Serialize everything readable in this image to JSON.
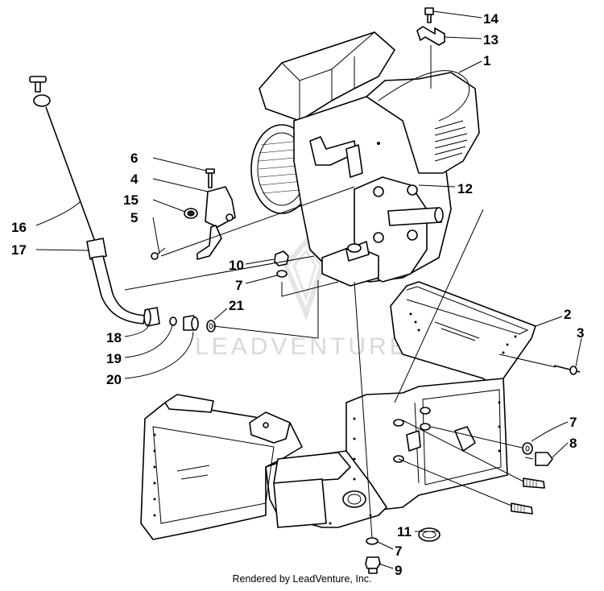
{
  "diagram": {
    "watermark": "LEADVENTURE",
    "footer": "Rendered by LeadVenture, Inc.",
    "callouts": [
      {
        "id": "c14",
        "label": "14"
      },
      {
        "id": "c13",
        "label": "13"
      },
      {
        "id": "c1",
        "label": "1"
      },
      {
        "id": "c6",
        "label": "6"
      },
      {
        "id": "c4",
        "label": "4"
      },
      {
        "id": "c15",
        "label": "15"
      },
      {
        "id": "c5",
        "label": "5"
      },
      {
        "id": "c16",
        "label": "16"
      },
      {
        "id": "c17",
        "label": "17"
      },
      {
        "id": "c12",
        "label": "12"
      },
      {
        "id": "c10",
        "label": "10"
      },
      {
        "id": "c7a",
        "label": "7"
      },
      {
        "id": "c21",
        "label": "21"
      },
      {
        "id": "c18",
        "label": "18"
      },
      {
        "id": "c19",
        "label": "19"
      },
      {
        "id": "c20",
        "label": "20"
      },
      {
        "id": "c2",
        "label": "2"
      },
      {
        "id": "c3",
        "label": "3"
      },
      {
        "id": "c7b",
        "label": "7"
      },
      {
        "id": "c8",
        "label": "8"
      },
      {
        "id": "c11",
        "label": "11"
      },
      {
        "id": "c7c",
        "label": "7"
      },
      {
        "id": "c9",
        "label": "9"
      }
    ]
  }
}
